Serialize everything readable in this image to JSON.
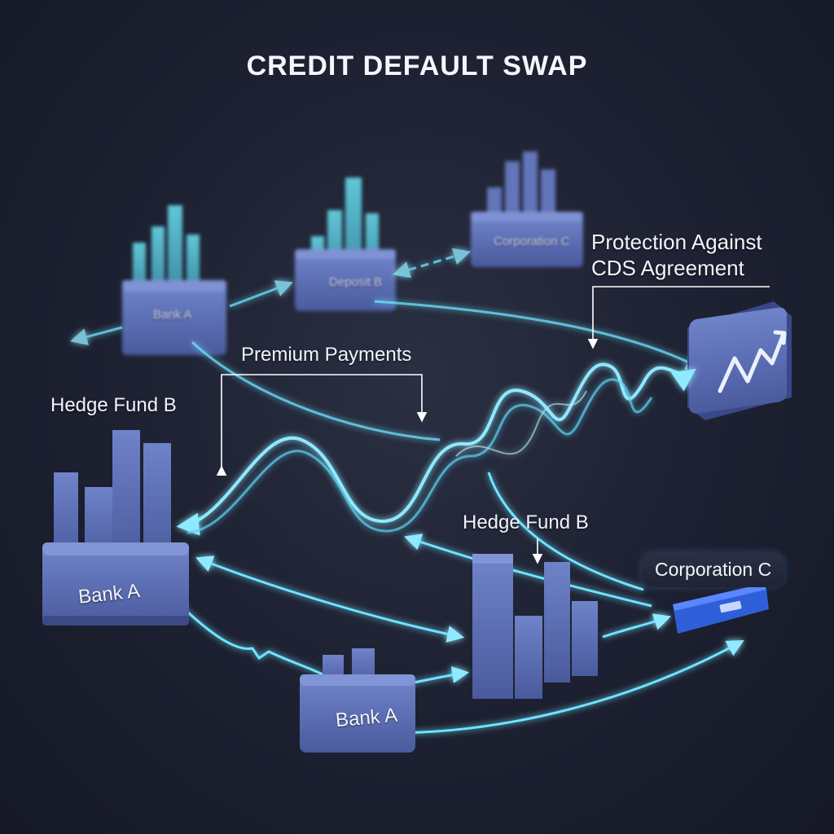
{
  "title": "CREDIT DEFAULT SWAP",
  "annotations": {
    "protection_line1": "Protection Against",
    "protection_line2": "CDS Agreement",
    "premium": "Premium Payments",
    "hedge_fund_left": "Hedge Fund B",
    "hedge_fund_right": "Hedge Fund B",
    "corporation": "Corporation C"
  },
  "entities": {
    "bank_front": "Bank A",
    "bank_bottom": "Bank A",
    "bank_back": "Bank A",
    "back_middle": "Deposit B",
    "back_right": "Corporation C"
  },
  "colors": {
    "block": "#5a6db3",
    "block_dark": "#3d4d8c",
    "glow": "#6fe3ff",
    "wave": "#8fe9ff",
    "background": "#1c2030"
  }
}
